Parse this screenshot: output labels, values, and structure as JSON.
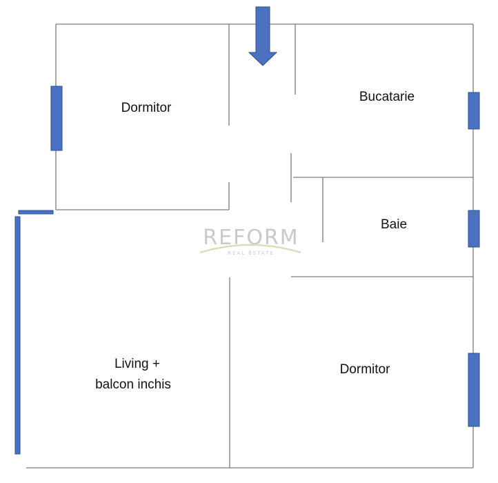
{
  "plan": {
    "rooms": [
      {
        "id": "bedroom-top-left",
        "label": "Dormitor"
      },
      {
        "id": "kitchen",
        "label": "Bucatarie"
      },
      {
        "id": "bathroom",
        "label": "Baie"
      },
      {
        "id": "living",
        "label_line1": "Living +",
        "label_line2": "balcon inchis"
      },
      {
        "id": "bedroom-bottom-right",
        "label": "Dormitor"
      }
    ],
    "entrance": "entrance-arrow-icon"
  },
  "watermark": {
    "title": "REFORM",
    "subtitle": "REAL ESTATE"
  },
  "colors": {
    "window": "#4a72c0",
    "wall": "#7a7a7a",
    "watermark": "#c9c9cc",
    "watermark_swoosh": "#cfe3b4"
  }
}
